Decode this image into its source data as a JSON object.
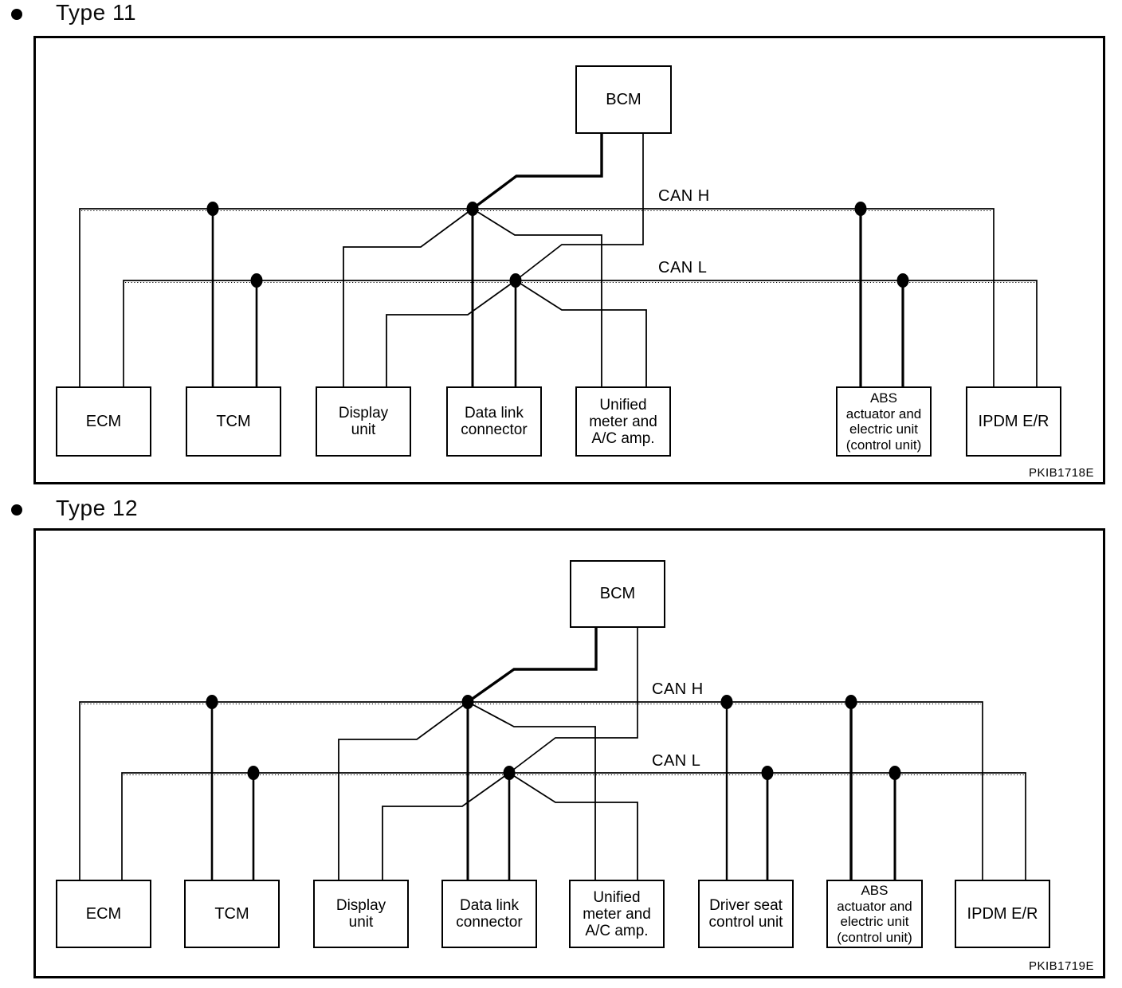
{
  "sections": [
    {
      "title": "Type 11",
      "figure_code": "PKIB1718E",
      "bcm_label": "BCM",
      "can_h_label": "CAN H",
      "can_l_label": "CAN L",
      "nodes": [
        {
          "label": "ECM"
        },
        {
          "label": "TCM"
        },
        {
          "label": "Display\nunit"
        },
        {
          "label": "Data link\nconnector"
        },
        {
          "label": "Unified\nmeter and\nA/C amp."
        },
        {
          "label": "ABS\nactuator and\nelectric unit\n(control unit)"
        },
        {
          "label": "IPDM E/R"
        }
      ]
    },
    {
      "title": "Type 12",
      "figure_code": "PKIB1719E",
      "bcm_label": "BCM",
      "can_h_label": "CAN H",
      "can_l_label": "CAN L",
      "nodes": [
        {
          "label": "ECM"
        },
        {
          "label": "TCM"
        },
        {
          "label": "Display\nunit"
        },
        {
          "label": "Data link\nconnector"
        },
        {
          "label": "Unified\nmeter and\nA/C amp."
        },
        {
          "label": "Driver seat\ncontrol unit"
        },
        {
          "label": "ABS\nactuator and\nelectric unit\n(control unit)"
        },
        {
          "label": "IPDM E/R"
        }
      ]
    }
  ]
}
